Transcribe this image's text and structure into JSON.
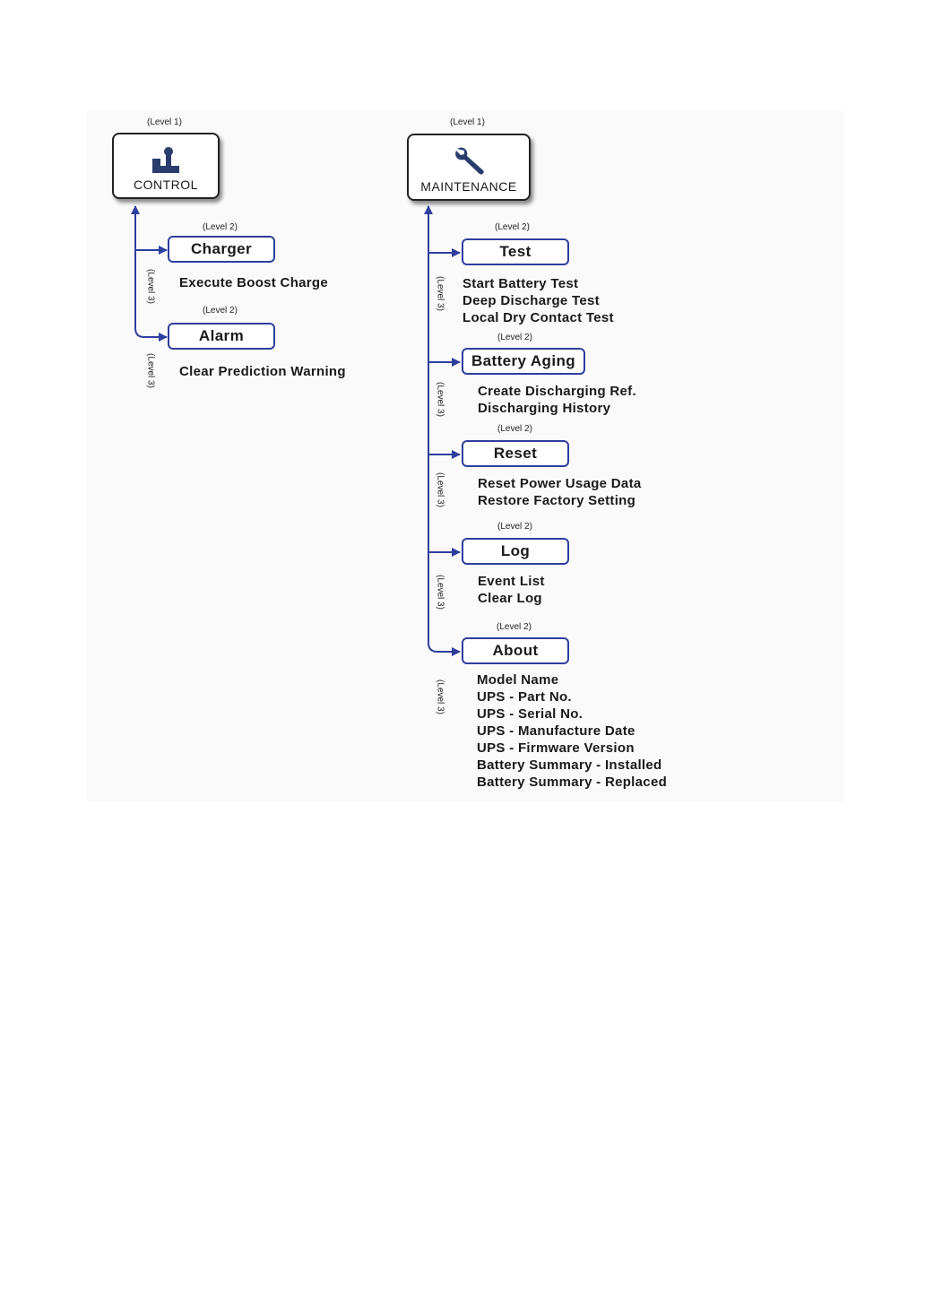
{
  "control": {
    "level1_tag": "(Level 1)",
    "title": "CONTROL",
    "icon": "joystick-icon",
    "items": [
      {
        "level2_tag": "(Level 2)",
        "label": "Charger",
        "level3_tag": "(Level 3)",
        "children": [
          "Execute Boost Charge"
        ]
      },
      {
        "level2_tag": "(Level 2)",
        "label": "Alarm",
        "level3_tag": "(Level 3)",
        "children": [
          "Clear Prediction Warning"
        ]
      }
    ]
  },
  "maintenance": {
    "level1_tag": "(Level 1)",
    "title": "MAINTENANCE",
    "icon": "wrench-icon",
    "items": [
      {
        "level2_tag": "(Level 2)",
        "label": "Test",
        "level3_tag": "(Level 3)",
        "children": [
          "Start Battery Test",
          "Deep Discharge Test",
          "Local Dry Contact Test"
        ]
      },
      {
        "level2_tag": "(Level 2)",
        "label": "Battery Aging",
        "level3_tag": "(Level 3)",
        "children": [
          "Create Discharging Ref.",
          "Discharging History"
        ]
      },
      {
        "level2_tag": "(Level 2)",
        "label": "Reset",
        "level3_tag": "(Level 3)",
        "children": [
          "Reset Power Usage Data",
          "Restore Factory Setting"
        ]
      },
      {
        "level2_tag": "(Level 2)",
        "label": "Log",
        "level3_tag": "(Level 3)",
        "children": [
          "Event List",
          "Clear Log"
        ]
      },
      {
        "level2_tag": "(Level 2)",
        "label": "About",
        "level3_tag": "(Level 3)",
        "children": [
          "Model Name",
          "UPS - Part No.",
          "UPS - Serial No.",
          "UPS - Manufacture Date",
          "UPS - Firmware Version",
          "Battery Summary - Installed",
          "Battery Summary - Replaced"
        ]
      }
    ]
  },
  "colors": {
    "connector": "#2f3e9e",
    "icon": "#2a3d6e",
    "box_border": "#222222"
  }
}
